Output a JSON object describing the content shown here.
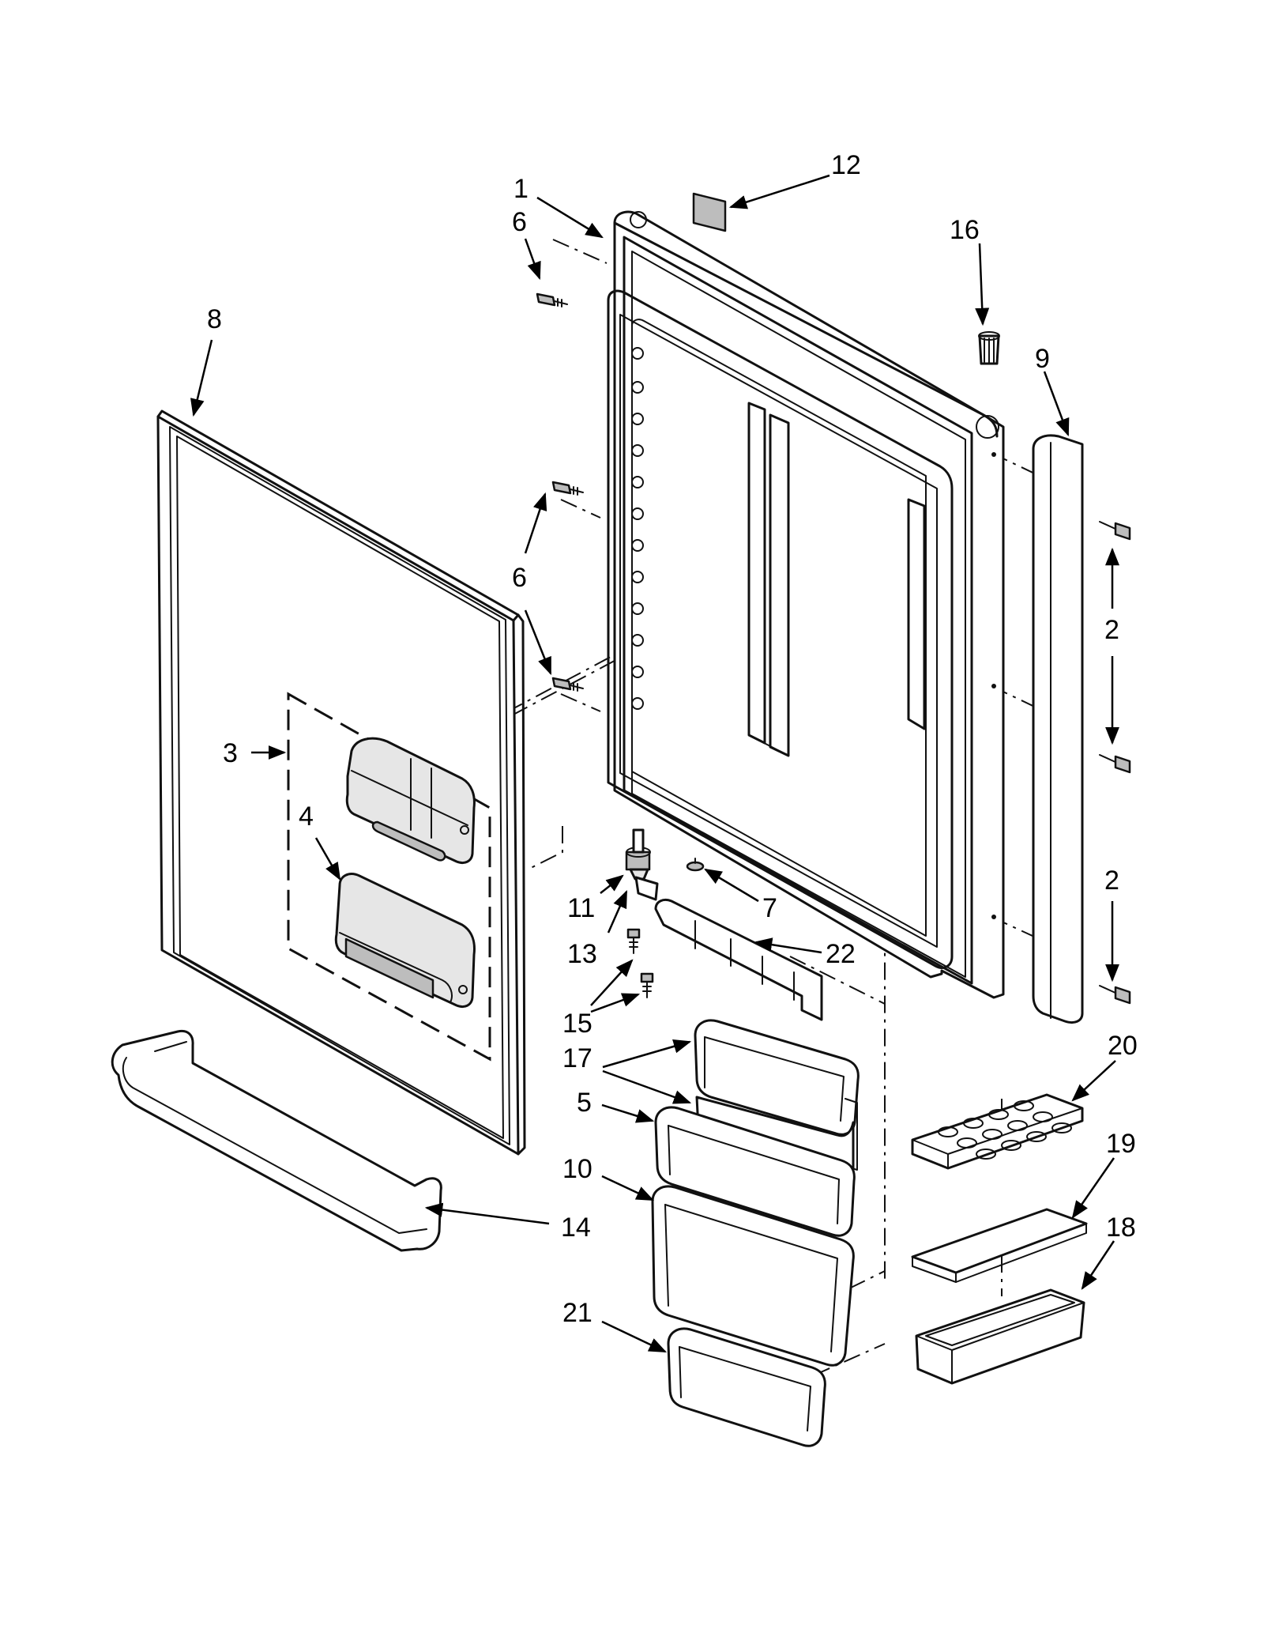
{
  "callouts": [
    {
      "id": "c1",
      "label": "1"
    },
    {
      "id": "c2a",
      "label": "2"
    },
    {
      "id": "c2b",
      "label": "2"
    },
    {
      "id": "c3",
      "label": "3"
    },
    {
      "id": "c4",
      "label": "4"
    },
    {
      "id": "c5",
      "label": "5"
    },
    {
      "id": "c6a",
      "label": "6"
    },
    {
      "id": "c6b",
      "label": "6"
    },
    {
      "id": "c7",
      "label": "7"
    },
    {
      "id": "c8",
      "label": "8"
    },
    {
      "id": "c9",
      "label": "9"
    },
    {
      "id": "c10",
      "label": "10"
    },
    {
      "id": "c11",
      "label": "11"
    },
    {
      "id": "c12",
      "label": "12"
    },
    {
      "id": "c13",
      "label": "13"
    },
    {
      "id": "c14",
      "label": "14"
    },
    {
      "id": "c15",
      "label": "15"
    },
    {
      "id": "c16",
      "label": "16"
    },
    {
      "id": "c17",
      "label": "17"
    },
    {
      "id": "c18",
      "label": "18"
    },
    {
      "id": "c19",
      "label": "19"
    },
    {
      "id": "c20",
      "label": "20"
    },
    {
      "id": "c21",
      "label": "21"
    },
    {
      "id": "c22",
      "label": "22"
    }
  ]
}
